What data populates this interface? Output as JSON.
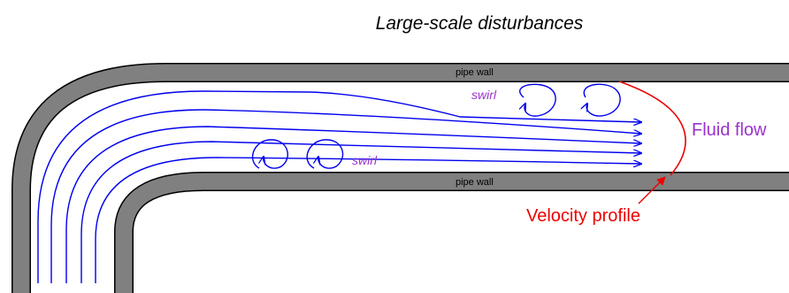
{
  "title": "Large-scale disturbances",
  "labels": {
    "pipe_wall_top": "pipe wall",
    "pipe_wall_bottom": "pipe wall",
    "swirl_upper": "swirl",
    "swirl_lower": "swirl",
    "fluid_flow": "Fluid flow",
    "velocity_profile": "Velocity profile"
  },
  "colors": {
    "streamline": "#0000ee",
    "swirl_text": "#9a32cd",
    "fluid_flow_text": "#9a32cd",
    "velocity_profile": "#ee0000",
    "pipe_wall_fill": "#808080",
    "pipe_wall_stroke": "#000000"
  }
}
